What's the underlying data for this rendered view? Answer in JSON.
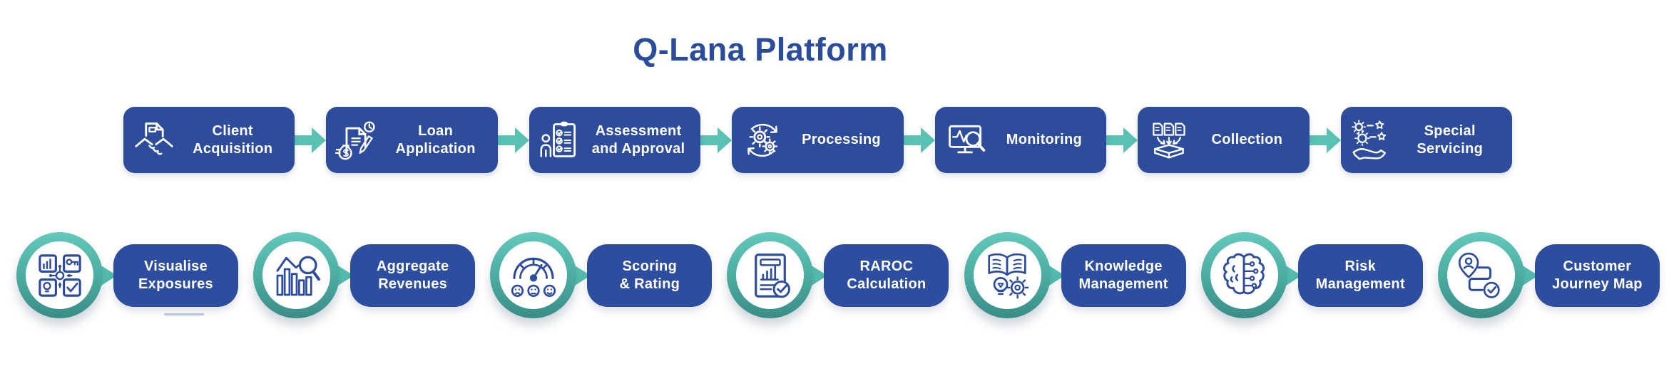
{
  "title": "Q-Lana Platform",
  "colors": {
    "primary_blue": "#2D4C9C",
    "label_blue": "#2D4E9E",
    "title_blue": "#2B4B9B",
    "arrow_teal": "#5BC2B3",
    "ring_teal_light": "#63C9B9",
    "ring_teal_dark": "#3A8D86",
    "icon_stroke_white": "#FFFFFF",
    "background": "#FFFFFF"
  },
  "process_flow": {
    "steps": [
      {
        "label": [
          "Client",
          "Acquisition"
        ],
        "icon": "handshake-document-icon"
      },
      {
        "label": [
          "Loan",
          "Application"
        ],
        "icon": "loan-document-icon"
      },
      {
        "label": [
          "Assessment",
          "and Approval"
        ],
        "icon": "person-checklist-icon"
      },
      {
        "label": [
          "Processing"
        ],
        "icon": "gears-cycle-icon"
      },
      {
        "label": [
          "Monitoring"
        ],
        "icon": "monitor-pulse-magnifier-icon"
      },
      {
        "label": [
          "Collection"
        ],
        "icon": "documents-collect-icon"
      },
      {
        "label": [
          "Special",
          "Servicing"
        ],
        "icon": "hand-gears-stars-icon"
      }
    ]
  },
  "features": {
    "items": [
      {
        "label": [
          "Visualise",
          "Exposures"
        ],
        "icon": "grid-network-icon"
      },
      {
        "label": [
          "Aggregate",
          "Revenues"
        ],
        "icon": "bars-magnifier-icon"
      },
      {
        "label": [
          "Scoring",
          "& Rating"
        ],
        "icon": "gauge-faces-icon"
      },
      {
        "label": [
          "RAROC",
          "Calculation"
        ],
        "icon": "report-check-icon"
      },
      {
        "label": [
          "Knowledge",
          "Management"
        ],
        "icon": "book-bulb-gear-icon"
      },
      {
        "label": [
          "Risk",
          "Management"
        ],
        "icon": "brain-circuit-icon"
      },
      {
        "label": [
          "Customer",
          "Journey Map"
        ],
        "icon": "journey-pin-check-icon"
      }
    ]
  }
}
